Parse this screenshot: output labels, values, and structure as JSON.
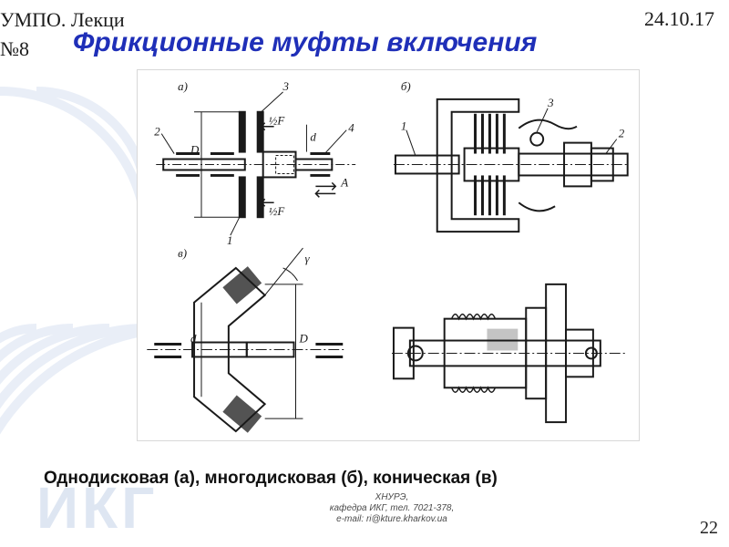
{
  "header": {
    "course_line1": "УМПО. Лекци",
    "course_line2": "№8",
    "date": "24.10.17",
    "title": "Фрикционные муфты включения"
  },
  "figure": {
    "panel_a_label": "а)",
    "panel_b_label": "б)",
    "panel_c_label": "в)",
    "callouts": {
      "n1": "1",
      "n2": "2",
      "n3": "3",
      "n4": "4",
      "b1": "1",
      "b2": "2",
      "b3": "3",
      "force_top": "½F",
      "force_bottom": "½F",
      "dim_D": "D",
      "dim_d": "d",
      "arrow_A": "A",
      "c_d": "d",
      "c_D": "D",
      "c_gamma": "γ"
    }
  },
  "caption": "Однодисковая (а), многодисковая (б), коническая (в)",
  "footer": {
    "line1": "ХНУРЭ,",
    "line2": "кафедра ИКГ, тел. 7021-378,",
    "line3": "e-mail: ri@kture.kharkov.ua"
  },
  "watermark_logo": "ИКГ",
  "page_number": "22",
  "colors": {
    "title": "#1f2fb8",
    "drawing": "#1a1a1a",
    "watermark": "#c4d2e8"
  }
}
